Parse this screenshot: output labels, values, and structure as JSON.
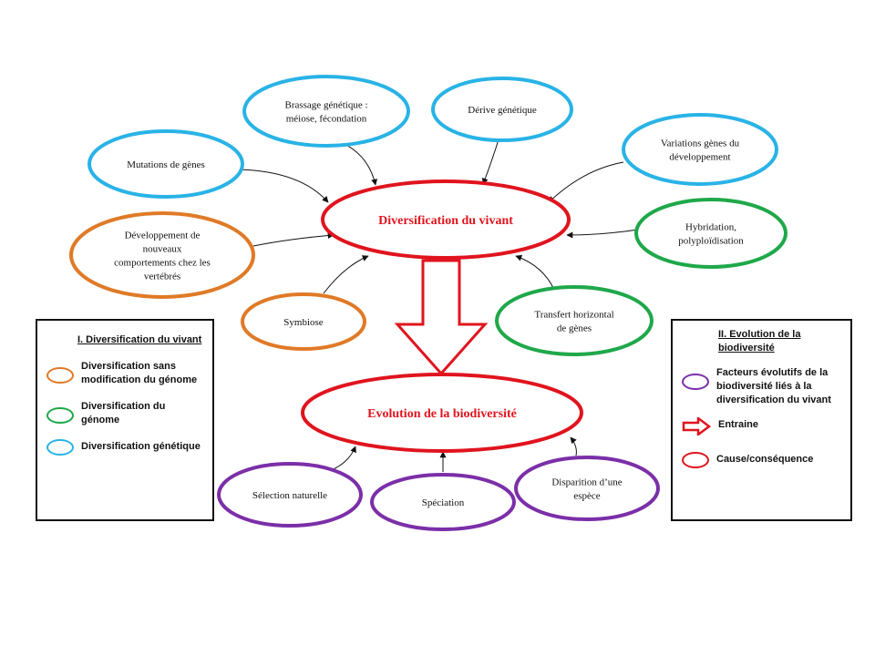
{
  "center_nodes": {
    "diversification": "Diversification du vivant",
    "evolution": "Evolution de la biodiversité"
  },
  "nodes": {
    "mutations": [
      "Mutations de gènes"
    ],
    "brassage": [
      "Brassage génétique :",
      "méiose, fécondation"
    ],
    "derive": [
      "Dérive génétique"
    ],
    "variations": [
      "Variations gènes du",
      "développement"
    ],
    "comportements": [
      "Développement de",
      "nouveaux",
      "comportements chez les",
      "vertébrés"
    ],
    "hybridation": [
      "Hybridation,",
      "polyploïdisation"
    ],
    "symbiose": [
      "Symbiose"
    ],
    "transfert": [
      "Transfert horizontal",
      "de gènes"
    ],
    "selection": [
      "Sélection naturelle"
    ],
    "speciation": [
      "Spéciation"
    ],
    "disparition": [
      "Disparition d’une",
      "espèce"
    ]
  },
  "legend_left": {
    "title": "I. Diversification du vivant",
    "items": [
      {
        "label": "Diversification sans modification du génome",
        "color": "#e07a27"
      },
      {
        "label": "Diversification du génome",
        "color": "#1fa84a"
      },
      {
        "label": "Diversification génétique",
        "color": "#29b3e6"
      }
    ]
  },
  "legend_right": {
    "title": "II. Evolution de la biodiversité",
    "items": [
      {
        "label": "Facteurs évolutifs de la biodiversité liés à la diversification du vivant",
        "symbol": "oval",
        "color": "#7b2fa8"
      },
      {
        "label": "Entraine",
        "symbol": "arrow",
        "color": "#e0141e"
      },
      {
        "label": "Cause/conséquence",
        "symbol": "oval",
        "color": "#e0141e"
      }
    ]
  },
  "colors": {
    "red": "#e0141e",
    "orange": "#e07a27",
    "green": "#1fa84a",
    "blue": "#29b3e6",
    "purple": "#7b2fa8"
  }
}
